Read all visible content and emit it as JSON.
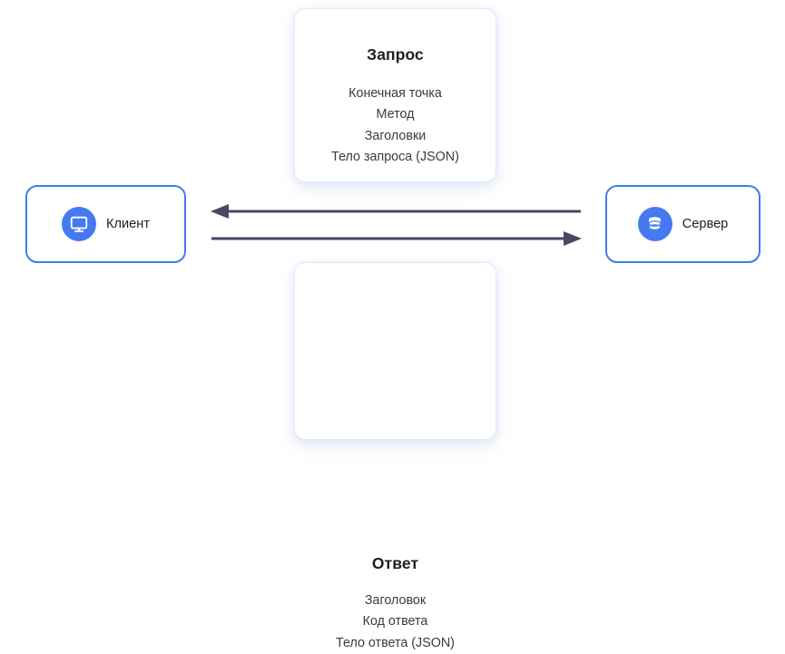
{
  "diagram": {
    "title_semantic": "client-server-request-response",
    "colors": {
      "node_border": "#4479f0",
      "icon_circle": "#4479f0",
      "arrow": "#4a4763",
      "card_background": "#ffffff",
      "card_shadow": "#e7ecfb",
      "title_text": "#1d1d24",
      "body_text": "#3a3a42",
      "page_background": "#ffffff"
    },
    "nodes": {
      "client": {
        "label": "Клиент",
        "icon": "monitor-icon"
      },
      "server": {
        "label": "Сервер",
        "icon": "database-icon"
      }
    },
    "cards": {
      "request": {
        "title": "Запрос",
        "lines": [
          "Конечная точка",
          "Метод",
          "Заголовки",
          "Тело запроса (JSON)"
        ]
      },
      "response": {
        "title": "Ответ",
        "lines": [
          "Заголовок",
          "Код ответа",
          "Тело ответа (JSON)"
        ]
      }
    },
    "arrows": [
      {
        "name": "arrow-server-to-client",
        "direction": "left",
        "from": "server",
        "to": "client",
        "label": ""
      },
      {
        "name": "arrow-client-to-server",
        "direction": "right",
        "from": "client",
        "to": "server",
        "label": ""
      }
    ]
  }
}
